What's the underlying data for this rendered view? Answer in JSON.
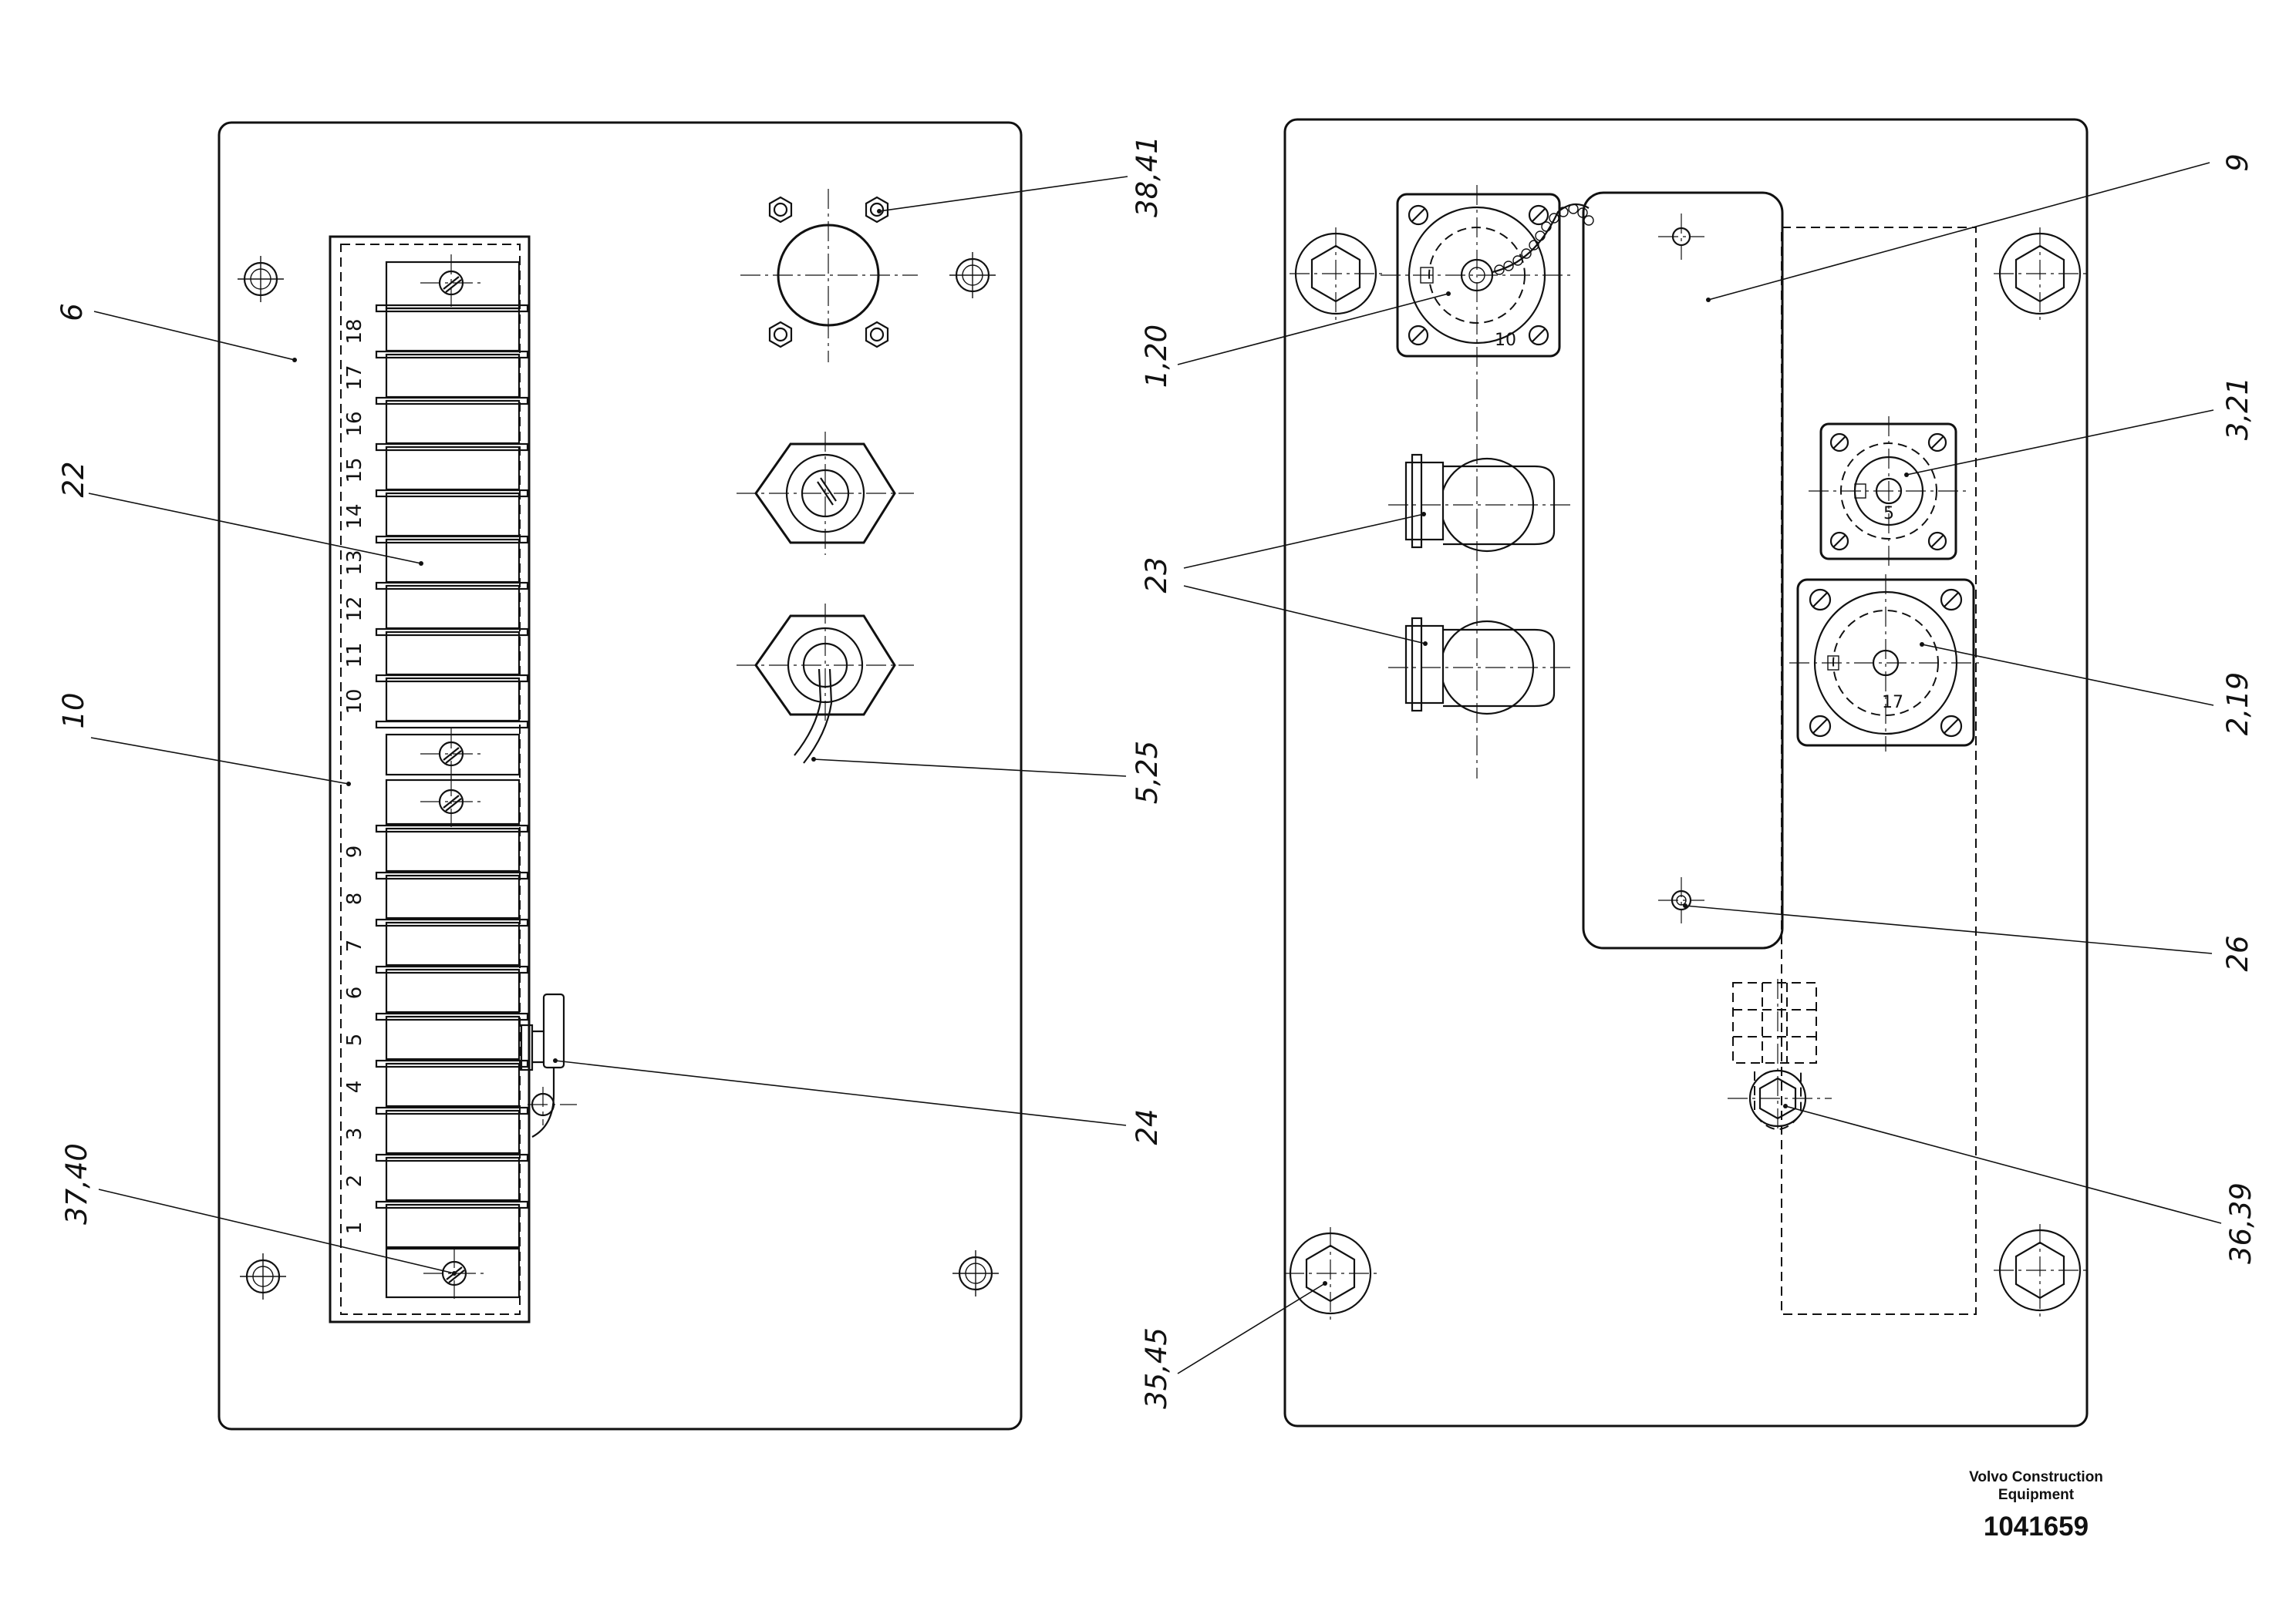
{
  "drawing": {
    "left_panel": {
      "callouts": [
        "6",
        "22",
        "10",
        "37,40",
        "38,41",
        "5,25",
        "24"
      ],
      "terminal_numbers_upper": [
        "18",
        "17",
        "16",
        "15",
        "14",
        "13",
        "12",
        "11",
        "10"
      ],
      "terminal_numbers_lower": [
        "9",
        "8",
        "7",
        "6",
        "5",
        "4",
        "3",
        "2",
        "1"
      ]
    },
    "right_panel": {
      "callouts": [
        "1,20",
        "23",
        "9",
        "3,21",
        "2,19",
        "26",
        "36,39",
        "35,45"
      ],
      "connector_marks": [
        "10",
        "5",
        "17"
      ]
    }
  },
  "title_block": {
    "brand_line1": "Volvo Construction",
    "brand_line2": "Equipment",
    "number": "1041659"
  }
}
